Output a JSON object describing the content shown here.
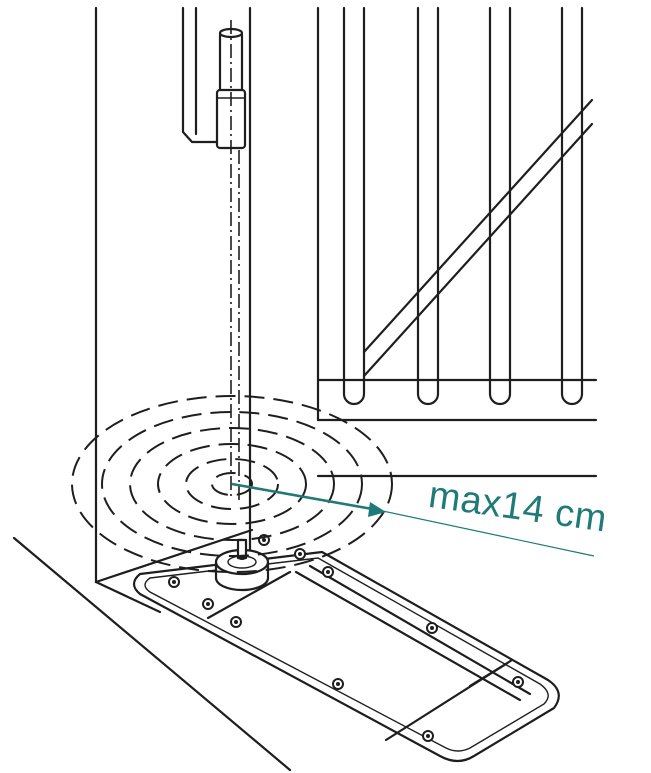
{
  "measurement": {
    "label": "max14 cm",
    "accent_color": "#1f7a78"
  },
  "parts": {
    "hinge_pin": "hinge-pin",
    "rotation_axis": "rotation-axis",
    "floor_plate": "floor-plate"
  }
}
